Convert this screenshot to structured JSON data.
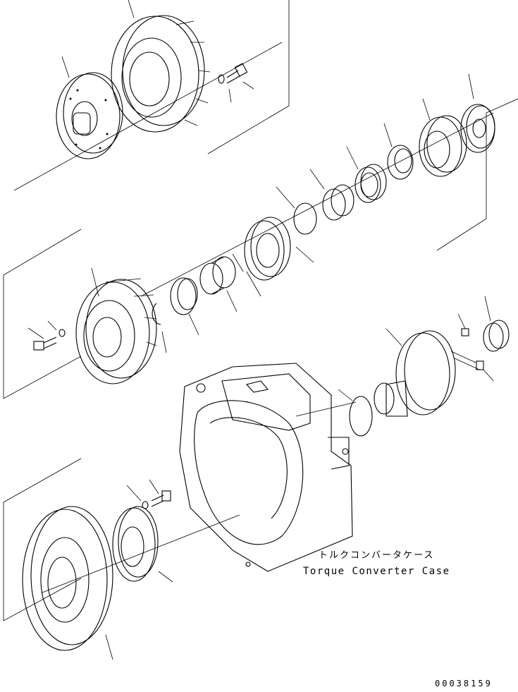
{
  "diagram": {
    "caption_japanese": "トルクコンバータケース",
    "caption_english": "Torque Converter Case",
    "drawing_number": "00038159"
  }
}
